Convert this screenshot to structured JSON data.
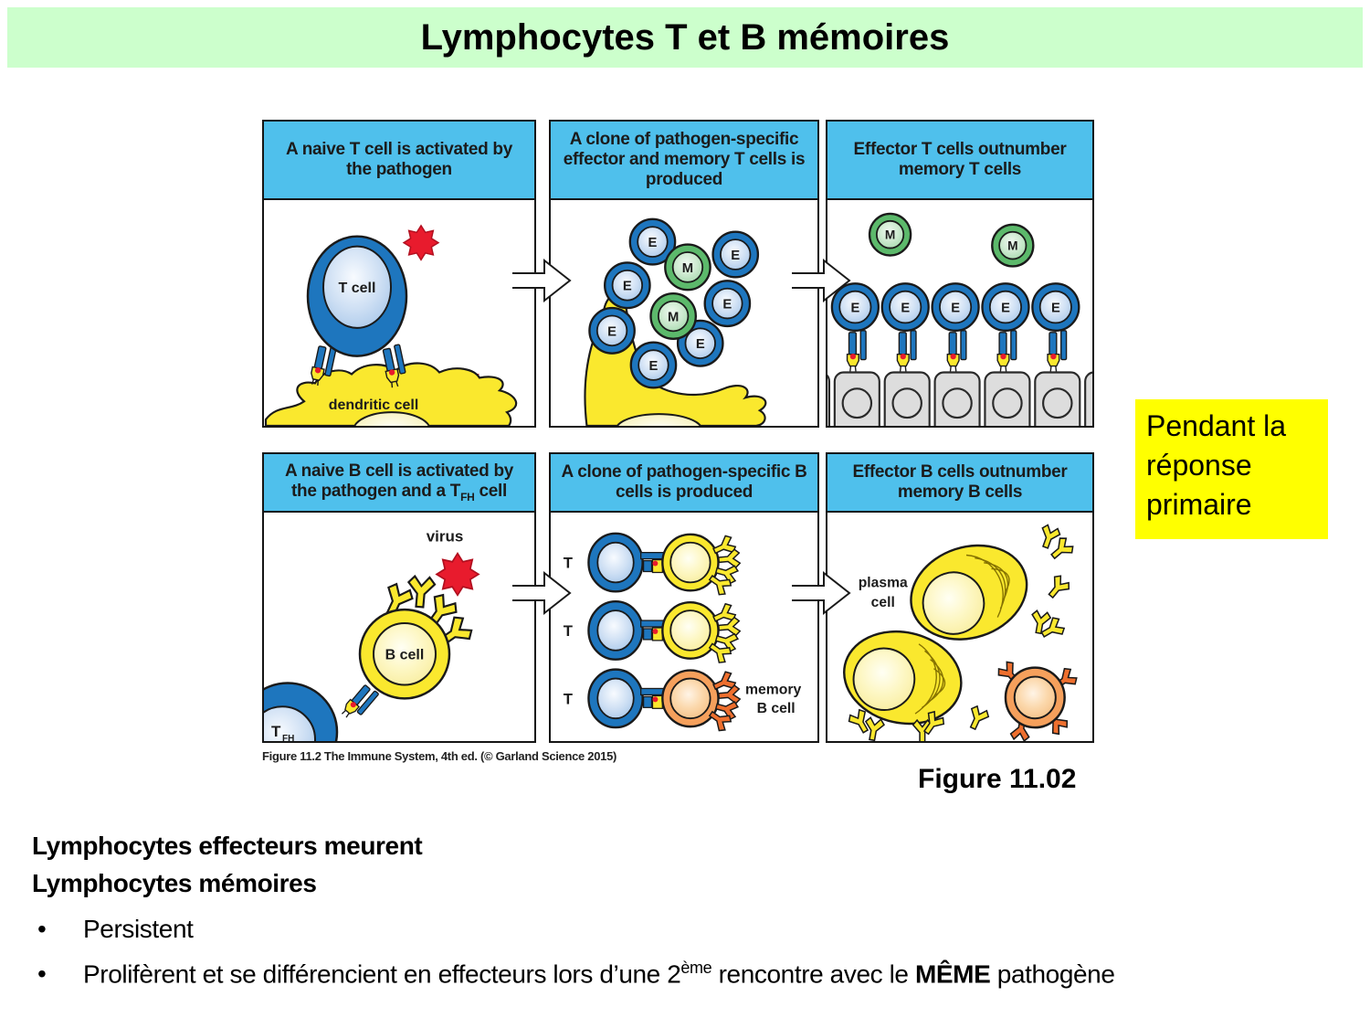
{
  "banner": {
    "title": "Lymphocytes T et B mémoires"
  },
  "note": {
    "text": "Pendant la réponse primaire"
  },
  "figure": {
    "caption": "Figure 11.2  The Immune System, 4th ed. (© Garland Science 2015)",
    "label": "Figure 11.02",
    "panels": {
      "t1": {
        "header": "A naive T cell is activated by the pathogen"
      },
      "t2": {
        "header": "A clone of pathogen-specific effector and memory T cells is produced"
      },
      "t3": {
        "header": "Effector T cells outnumber memory T cells"
      },
      "b1": {
        "header_pre": "A naive B cell is activated by the pathogen and a T",
        "header_sub": "FH",
        "header_post": " cell"
      },
      "b2": {
        "header": "A clone of pathogen-specific B cells is produced"
      },
      "b3": {
        "header": "Effector B cells outnumber memory B cells"
      }
    },
    "labels": {
      "t_cell": "T cell",
      "dendritic_cell": "dendritic cell",
      "effector": "E",
      "memory": "M",
      "virus": "virus",
      "b_cell": "B cell",
      "tfh_main": "T",
      "tfh_sub": "FH",
      "t_short": "T",
      "memory_b_line1": "memory",
      "memory_b_line2": "B cell",
      "plasma_line1": "plasma",
      "plasma_line2": "cell"
    }
  },
  "body": {
    "heading1": "Lymphocytes effecteurs meurent",
    "heading2": "Lymphocytes mémoires",
    "bullet_marker": "•",
    "bullet1": "Persistent",
    "bullet2": {
      "pre": "Prolifèrent et se différencient en effecteurs lors d’une 2",
      "sup": "ème",
      "mid": " rencontre avec le ",
      "strong": "MÊME",
      "post": " pathogène"
    }
  },
  "colors": {
    "banner_green": "#CCFFCC",
    "header_blue": "#4FC0EC",
    "note_yellow": "#FFFF00",
    "cell_blue": "#1E76BE",
    "memory_green": "#5CB96B",
    "cell_yellow": "#FAE82E",
    "pathogen_red": "#E81B2D",
    "memory_orange": "#F5A05C",
    "antibody_orange": "#EE6F2E",
    "tissue_gray": "#DDDDDD"
  }
}
